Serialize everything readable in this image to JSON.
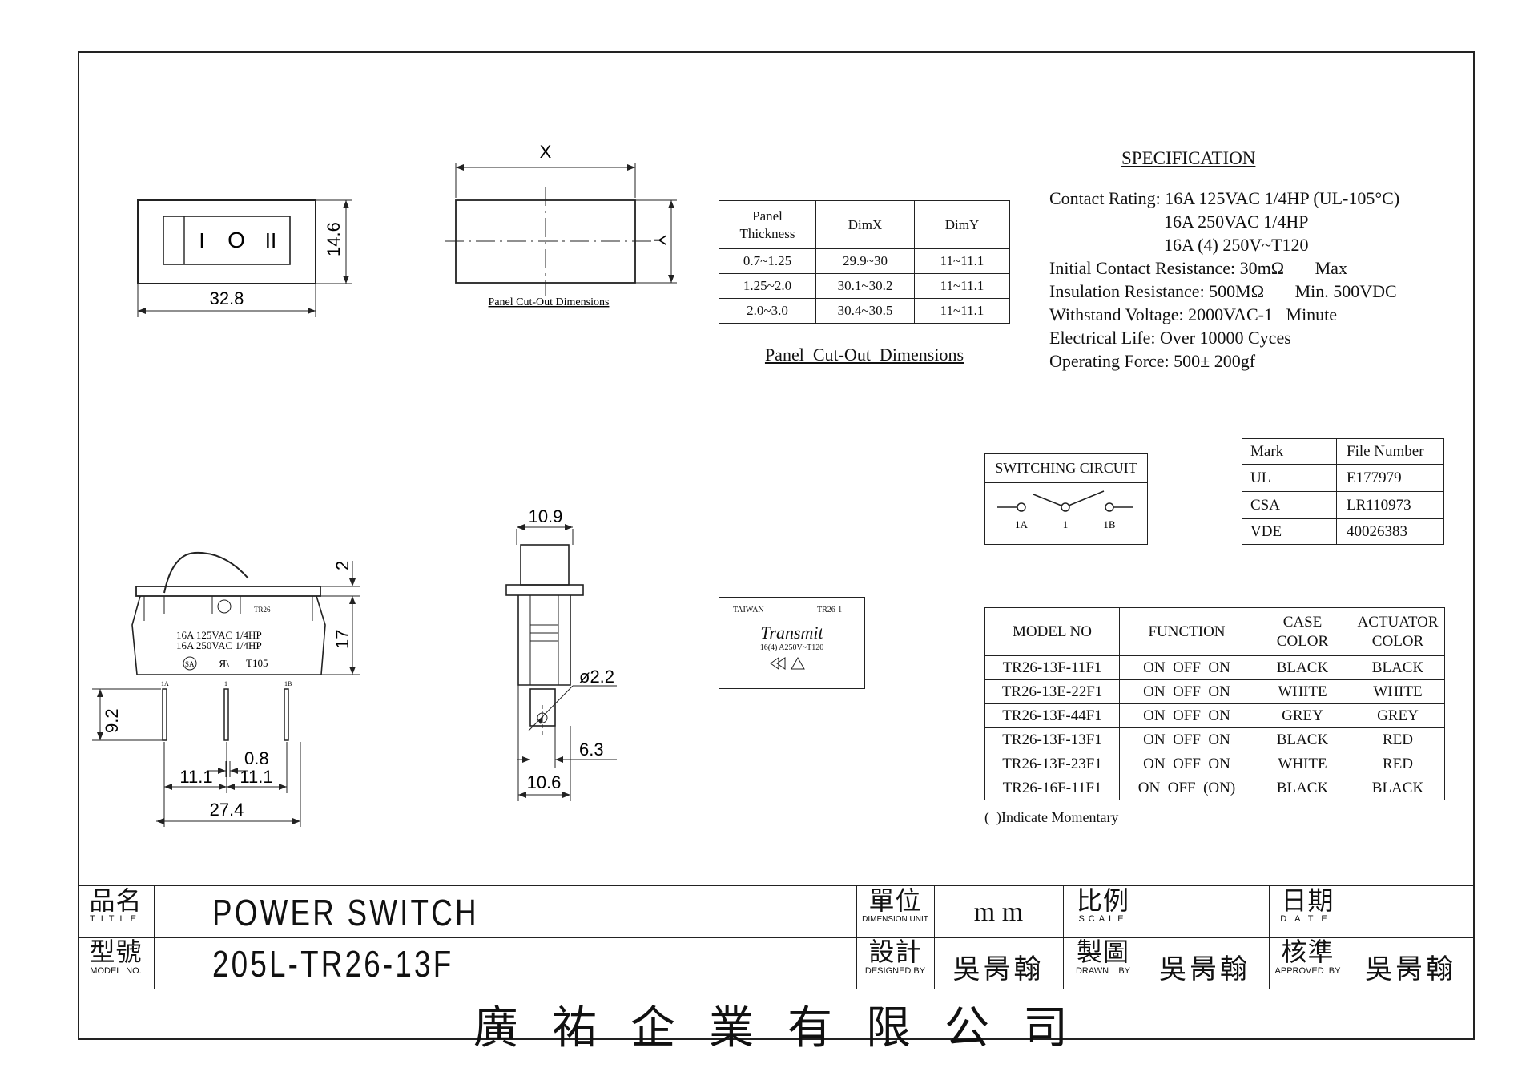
{
  "drawing": {
    "top_view": {
      "w_dim": "32.8",
      "h_dim": "14.6",
      "sym_on": "I",
      "sym_off": "O",
      "sym_on2": "II"
    },
    "cutout_view": {
      "x_label": "X",
      "y_label": "Y",
      "caption": "Panel  Cut-Out  Dimensions"
    },
    "side_view": {
      "dim_2": "2",
      "dim_17": "17",
      "dim_9_2": "9.2",
      "dim_0_8": "0.8",
      "dim_11_1_a": "11.1",
      "dim_11_1_b": "11.1",
      "dim_27_4": "27.4",
      "marking_model": "TR26",
      "marking_line1": "16A 125VAC 1/4HP",
      "marking_line2": "16A 250VAC 1/4HP",
      "marking_cert1": "SA",
      "marking_cert2": "Я\\",
      "marking_code": "T105",
      "term_1a": "1A",
      "term_1": "1",
      "term_1b": "1B"
    },
    "end_view": {
      "dim_10_9": "10.9",
      "dim_2_2": "ø2.2",
      "dim_6_3": "6.3",
      "dim_10_6": "10.6"
    }
  },
  "cutout_table": {
    "headers": [
      "Panel\nThickness",
      "DimX",
      "DimY"
    ],
    "rows": [
      [
        "0.7~1.25",
        "29.9~30",
        "11~11.1"
      ],
      [
        "1.25~2.0",
        "30.1~30.2",
        "11~11.1"
      ],
      [
        "2.0~3.0",
        "30.4~30.5",
        "11~11.1"
      ]
    ],
    "caption": "Panel  Cut-Out  Dimensions"
  },
  "specification": {
    "title": "SPECIFICATION",
    "lines": [
      "Contact Rating: 16A 125VAC 1/4HP (UL-105°C)",
      "                          16A 250VAC 1/4HP",
      "                          16A (4) 250V~T120",
      "Initial Contact Resistance: 30mΩ       Max",
      "Insulation Resistance: 500MΩ       Min. 500VDC",
      "Withstand Voltage: 2000VAC-1   Minute",
      "Electrical Life: Over 10000 Cyces",
      "Operating Force: 500± 200gf"
    ]
  },
  "switching_circuit": {
    "title": "SWITCHING CIRCUIT",
    "t1a": "1A",
    "t1": "1",
    "t1b": "1B"
  },
  "cert_table": {
    "headers": [
      "Mark",
      "File Number"
    ],
    "rows": [
      [
        "UL",
        "E177979"
      ],
      [
        "CSA",
        "LR110973"
      ],
      [
        "VDE",
        "40026383"
      ]
    ]
  },
  "label": {
    "country": "TAIWAN",
    "model": "TR26-1",
    "brand": "Transmit",
    "rating": "16(4) A250V~T120"
  },
  "model_table": {
    "headers": [
      "MODEL NO",
      "FUNCTION",
      "CASE\nCOLOR",
      "ACTUATOR\nCOLOR"
    ],
    "rows": [
      [
        "TR26-13F-11F1",
        "ON  OFF  ON",
        "BLACK",
        "BLACK"
      ],
      [
        "TR26-13E-22F1",
        "ON  OFF  ON",
        "WHITE",
        "WHITE"
      ],
      [
        "TR26-13F-44F1",
        "ON  OFF  ON",
        "GREY",
        "GREY"
      ],
      [
        "TR26-13F-13F1",
        "ON  OFF  ON",
        "BLACK",
        "RED"
      ],
      [
        "TR26-13F-23F1",
        "ON  OFF  ON",
        "WHITE",
        "RED"
      ],
      [
        "TR26-16F-11F1",
        "ON  OFF  (ON)",
        "BLACK",
        "BLACK"
      ]
    ],
    "note": "(  )Indicate Momentary"
  },
  "title_block": {
    "title_zh": "品名",
    "title_en": "TITLE",
    "title_value": "POWER SWITCH",
    "model_zh": "型號",
    "model_en": "MODEL  NO.",
    "model_value": "205L-TR26-13F",
    "unit_zh": "單位",
    "unit_en": "DIMENSION UNIT",
    "unit_value": "m m",
    "scale_zh": "比例",
    "scale_en": "SCALE",
    "scale_value": "",
    "date_zh": "日期",
    "date_en": "DATE",
    "date_value": "",
    "designed_zh": "設計",
    "designed_en": "DESIGNED BY",
    "designed_value": "吳昺翰",
    "drawn_zh": "製圖",
    "drawn_en": "DRAWN    BY",
    "drawn_value": "吳昺翰",
    "approved_zh": "核準",
    "approved_en": "APPROVED  BY",
    "approved_value": "吳昺翰",
    "company": "廣 祐 企 業 有 限 公 司"
  }
}
